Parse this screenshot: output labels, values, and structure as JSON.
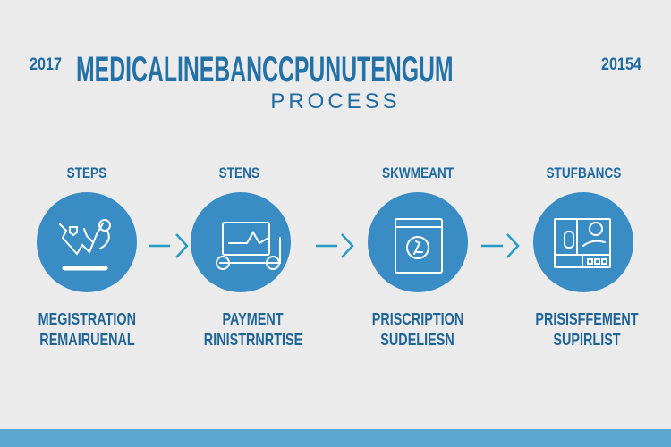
{
  "header": {
    "year_left": "2017",
    "title": "MEDICALINEBANCCPUNUTENGUM",
    "year_right": "20154",
    "subtitle": "PROCESS"
  },
  "steps": [
    {
      "heading": "STEPS",
      "line1": "MEGISTRATION",
      "line2": "REMAIRUENAL",
      "icon": "map-stethoscope-icon"
    },
    {
      "heading": "STENS",
      "line1": "PAYMENT",
      "line2": "RINISTRNRTISE",
      "icon": "payment-cart-icon"
    },
    {
      "heading": "SKWMEANT",
      "line1": "PRISCRIPTION",
      "line2": "SUDELIESN",
      "icon": "prescription-device-icon"
    },
    {
      "heading": "STUFBANCS",
      "line1": "PRISISFFEMENT",
      "line2": "SUPIRLIST",
      "icon": "dashboard-panel-icon"
    }
  ],
  "colors": {
    "circle": "#3a8cc4",
    "arrow": "#2a9bc4",
    "text": "#1f6aa0",
    "bar": "#5aa8d2"
  }
}
